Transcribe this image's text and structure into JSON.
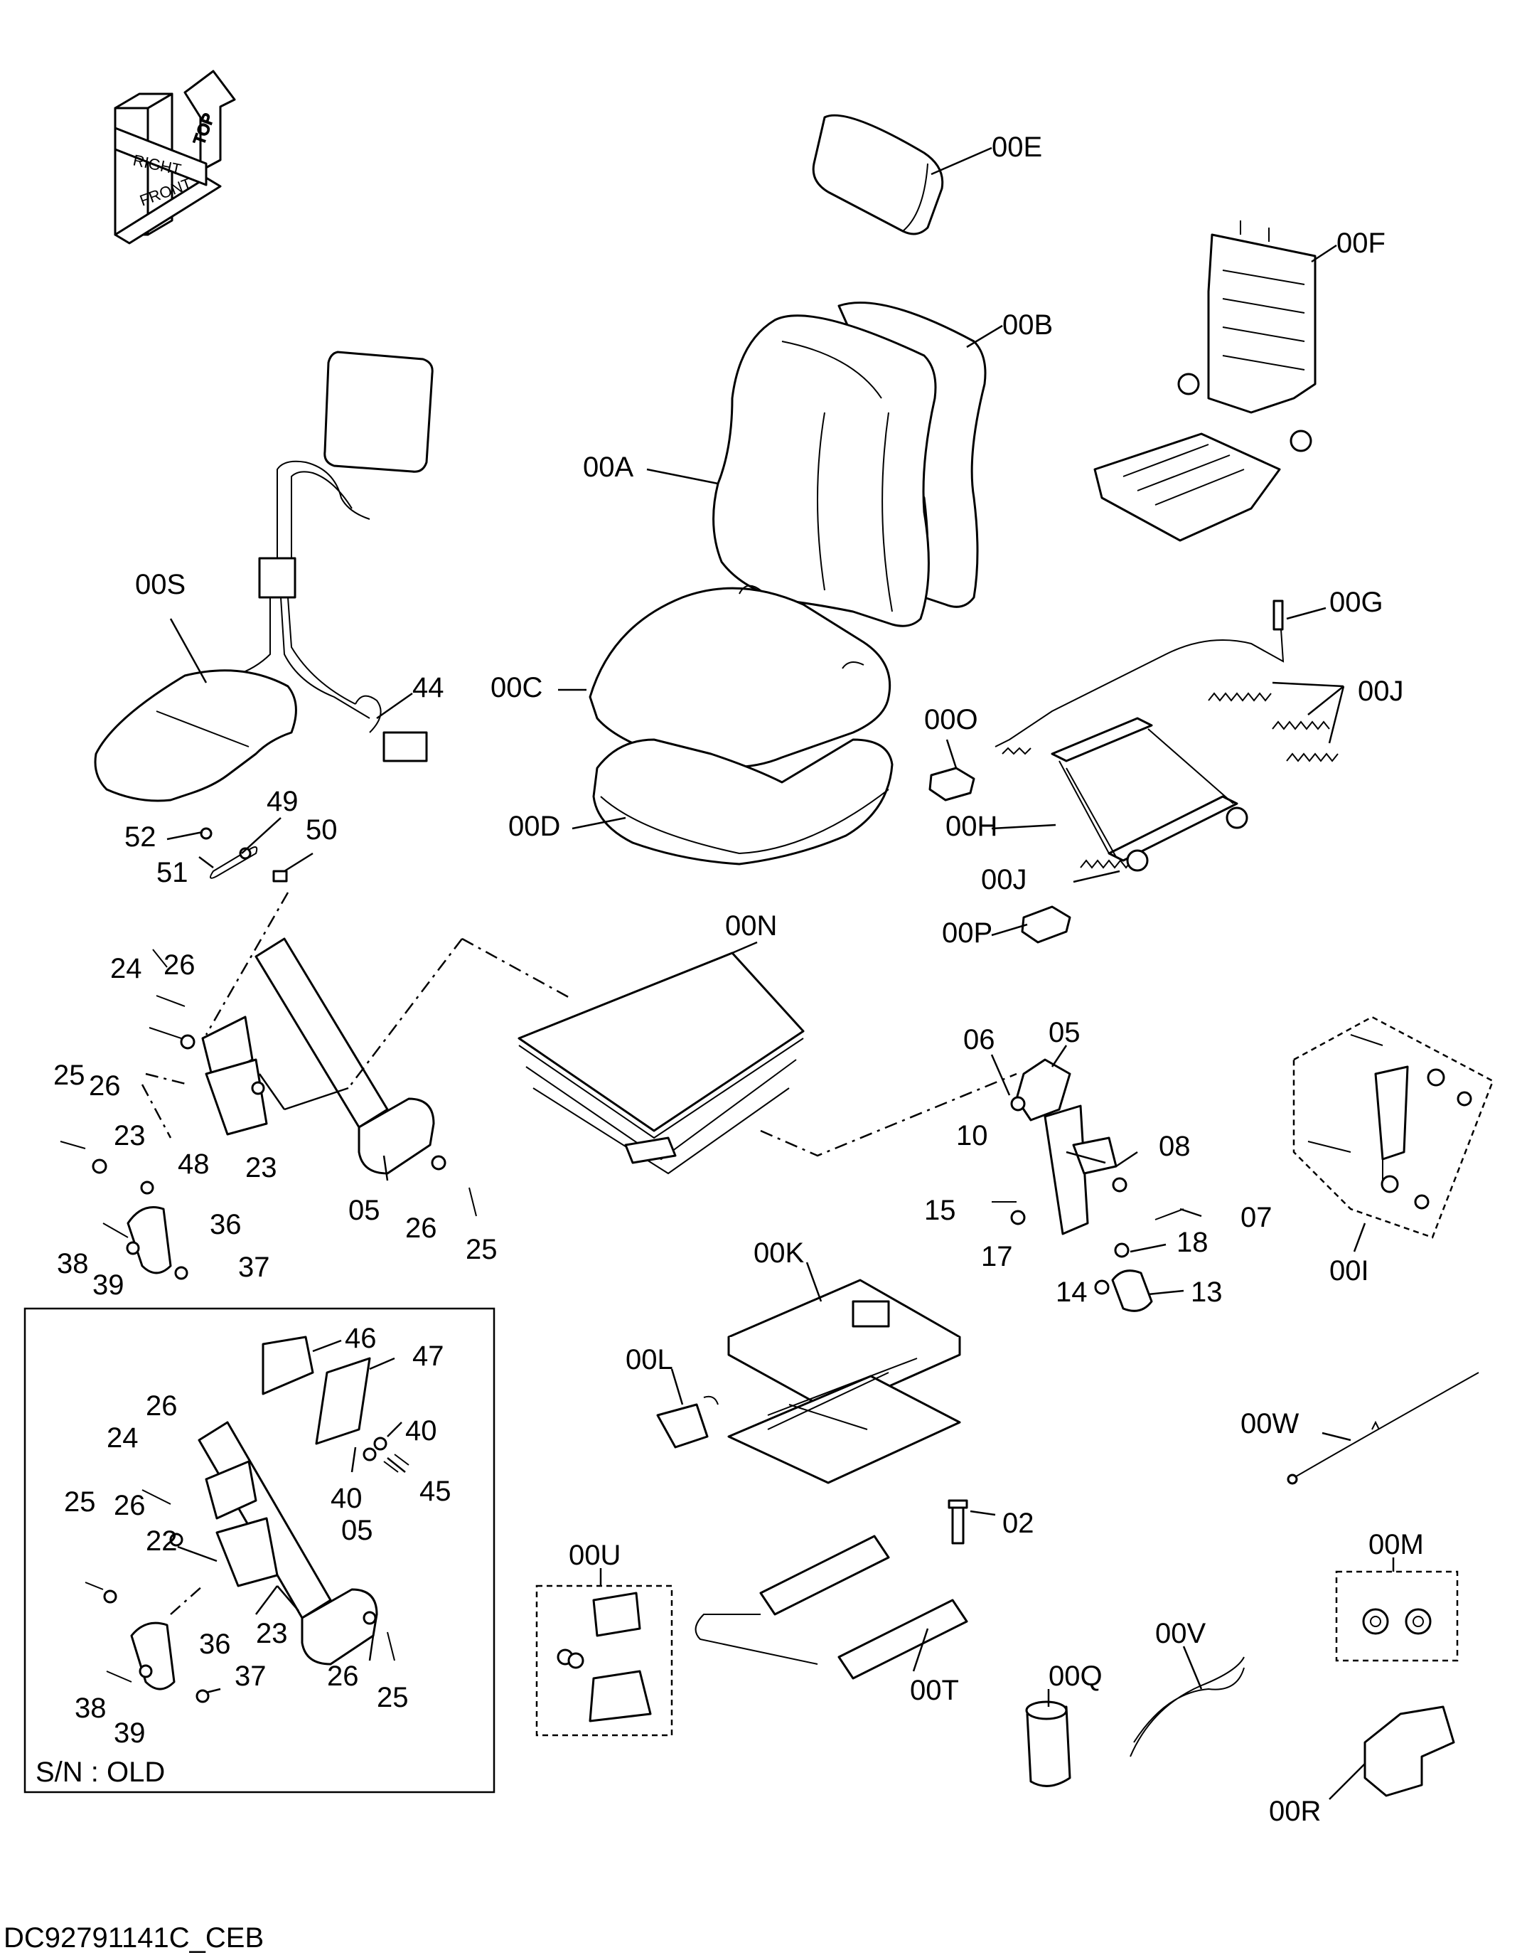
{
  "diagram": {
    "drawing_code": "DC92791141C_CEB",
    "inset_caption": "S/N : OLD",
    "orientation": {
      "top": "TOP",
      "right": "RIGHT",
      "front": "FRONT"
    },
    "callouts": {
      "c00E": "00E",
      "c00F": "00F",
      "c00B": "00B",
      "c00A": "00A",
      "c00S": "00S",
      "c00G": "00G",
      "c00C": "00C",
      "c44": "44",
      "c00J1": "00J",
      "c00O": "00O",
      "c00D": "00D",
      "c49": "49",
      "c52": "52",
      "c50": "50",
      "c51": "51",
      "c00H": "00H",
      "c00J2": "00J",
      "c00P": "00P",
      "c00N": "00N",
      "c24a": "24",
      "c26a": "26",
      "c05a": "05",
      "c06": "06",
      "c25a": "25",
      "c26b": "26",
      "c08": "08",
      "c10": "10",
      "c23a": "23",
      "c48": "48",
      "c23b": "23",
      "c05b": "05",
      "c26c": "26",
      "c25b": "25",
      "c15": "15",
      "c07": "07",
      "c36a": "36",
      "c17": "17",
      "c18": "18",
      "c38a": "38",
      "c39a": "39",
      "c37a": "37",
      "c14": "14",
      "c13": "13",
      "c00I": "00I",
      "c00K": "00K",
      "c46": "46",
      "c47": "47",
      "c00L": "00L",
      "c26d": "26",
      "c40a": "40",
      "c24b": "24",
      "c45": "45",
      "c40b": "40",
      "c00W": "00W",
      "c25c": "25",
      "c26e": "26",
      "c22": "22",
      "c05c": "05",
      "c02": "02",
      "c00U": "00U",
      "c00M": "00M",
      "c23c": "23",
      "c36b": "36",
      "c26f": "26",
      "c00V": "00V",
      "c37b": "37",
      "c25d": "25",
      "c00T": "00T",
      "c00Q": "00Q",
      "c38b": "38",
      "c39b": "39",
      "c00R": "00R"
    }
  }
}
